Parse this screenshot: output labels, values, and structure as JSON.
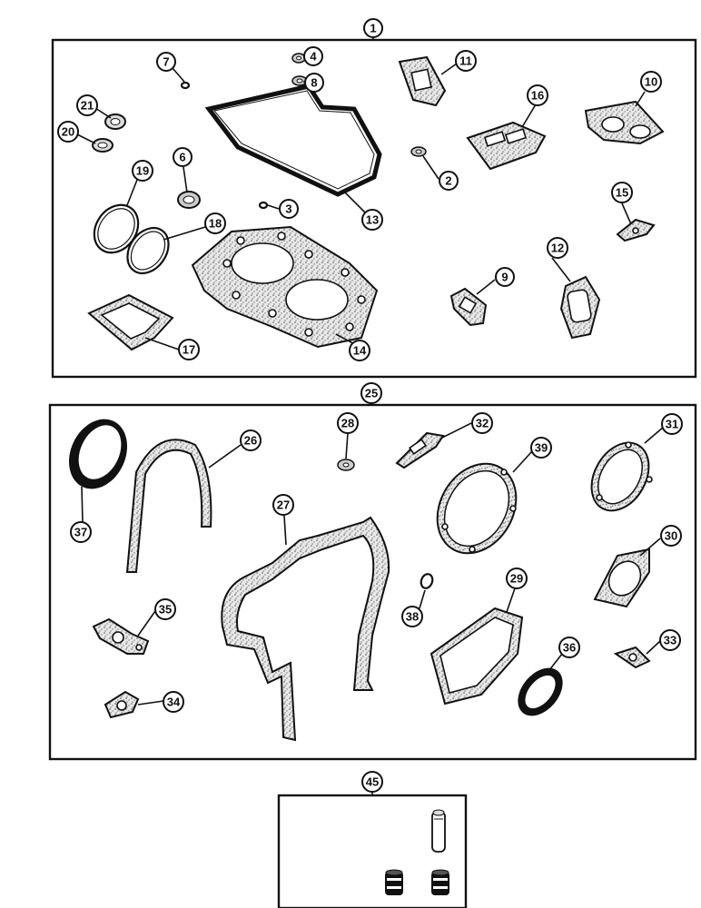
{
  "kits": [
    {
      "kit_number": "1",
      "parts": [
        "2",
        "3",
        "4",
        "6",
        "7",
        "8",
        "9",
        "10",
        "11",
        "12",
        "13",
        "14",
        "15",
        "16",
        "17",
        "18",
        "19",
        "20",
        "21"
      ]
    },
    {
      "kit_number": "25",
      "parts": [
        "26",
        "27",
        "28",
        "29",
        "30",
        "31",
        "32",
        "33",
        "34",
        "35",
        "36",
        "37",
        "38",
        "39"
      ]
    },
    {
      "kit_number": "45",
      "parts": []
    }
  ],
  "labels": {
    "k1": "1",
    "k25": "25",
    "k45": "45",
    "p2": "2",
    "p3": "3",
    "p4": "4",
    "p6": "6",
    "p7": "7",
    "p8": "8",
    "p9": "9",
    "p10": "10",
    "p11": "11",
    "p12": "12",
    "p13": "13",
    "p14": "14",
    "p15": "15",
    "p16": "16",
    "p17": "17",
    "p18": "18",
    "p19": "19",
    "p20": "20",
    "p21": "21",
    "p26": "26",
    "p27": "27",
    "p28": "28",
    "p29": "29",
    "p30": "30",
    "p31": "31",
    "p32": "32",
    "p33": "33",
    "p34": "34",
    "p35": "35",
    "p36": "36",
    "p37": "37",
    "p38": "38",
    "p39": "39"
  }
}
